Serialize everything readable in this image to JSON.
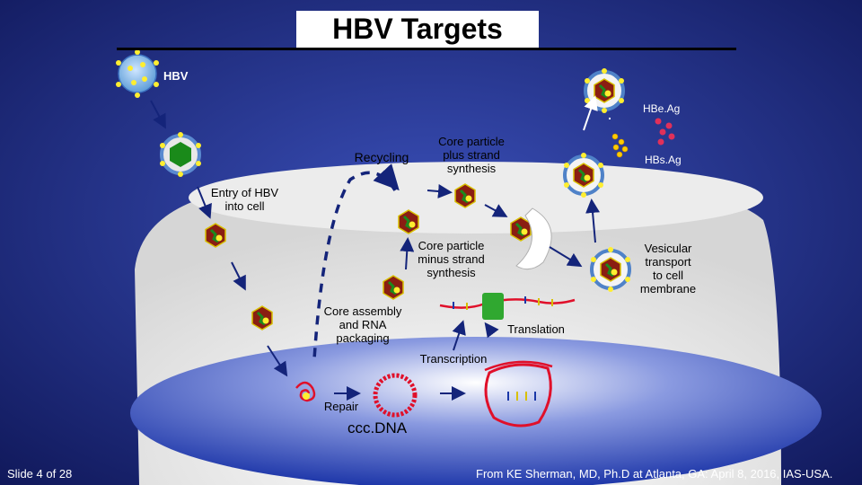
{
  "title": "HBV Targets",
  "labels": {
    "hbv": "HBV",
    "hbeag": "HBe.Ag",
    "hbsag": "HBs.Ag",
    "recycling": "Recycling",
    "core_plus": [
      "Core particle",
      "plus strand",
      "synthesis"
    ],
    "entry": [
      "Entry of HBV",
      "into cell"
    ],
    "core_minus": [
      "Core particle",
      "minus strand",
      "synthesis"
    ],
    "vesicular": [
      "Vesicular",
      "transport",
      "to cell",
      "membrane"
    ],
    "core_assembly": [
      "Core assembly",
      "and RNA",
      "packaging"
    ],
    "translation": "Translation",
    "transcription": "Transcription",
    "repair": "Repair",
    "cccdna": "ccc.DNA"
  },
  "footer": {
    "slide": "Slide 4 of 28",
    "credit": "From KE Sherman, MD, Ph.D at Atlanta, GA: April 8, 2016, IAS-USA."
  },
  "colors": {
    "background": "#1c2a78",
    "cell": "#e8e8e8",
    "nucleus": "#1f3cb0",
    "capsid": "#8a1e12",
    "dna": "#e0102a",
    "arrow": "#1a2a8a"
  }
}
